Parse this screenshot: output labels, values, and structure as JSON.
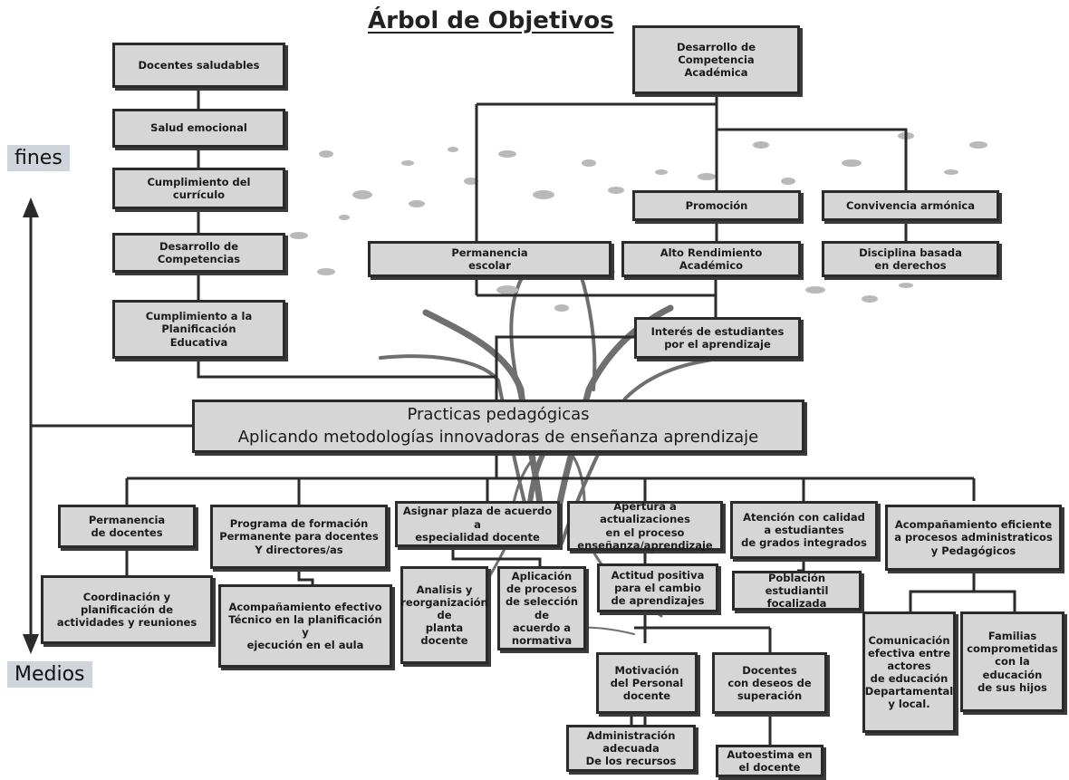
{
  "title": "Árbol de Objetivos",
  "labels": {
    "ends": "fines",
    "means": "Medios"
  },
  "ends": {
    "main": "Desarrollo de\nCompetencia\nAcadémica",
    "left_chain": [
      "Docentes saludables",
      "Salud emocional",
      "Cumplimiento del\ncurrículo",
      "Desarrollo de\nCompetencias",
      "Cumplimiento a la\nPlanificación\nEducativa"
    ],
    "permanencia": "Permanencia\nescolar",
    "promocion": "Promoción",
    "alto_rendimiento": "Alto Rendimiento\nAcadémico",
    "convivencia": "Convivencia armónica",
    "disciplina": "Disciplina basada\nen derechos",
    "interes": "Interés de estudiantes\npor el aprendizaje"
  },
  "central": "Practicas pedagógicas\nAplicando metodologías innovadoras de enseñanza aprendizaje",
  "means": {
    "permanencia_docentes": "Permanencia\nde docentes",
    "coordinacion": "Coordinación y\nplanificación de\nactividades y reuniones",
    "programa_formacion": "Programa de formación\nPermanente para docentes\nY directores/as",
    "acompanamiento_efectivo": "Acompañamiento efectivo\nTécnico en la planificación y\nejecución en el aula",
    "asignar_plaza": "Asignar plaza de acuerdo a\nespecialidad docente",
    "analisis": "Analisis y\nreorganización\nde\nplanta docente",
    "aplicacion": "Aplicación\nde procesos\nde selección de\nacuerdo a\nnormativa",
    "apertura": "Apertura a actualizaciones\nen el proceso\nenseñanza/aprendizaje",
    "actitud": "Actitud positiva\npara el cambio\nde aprendizajes",
    "motivacion": "Motivación\ndel Personal\ndocente",
    "administracion": "Administración\nadecuada\nDe los recursos",
    "docentes_deseos": "Docentes\ncon deseos de\nsuperación",
    "autoestima": "Autoestima en\nel docente",
    "atencion": "Atención con calidad\na estudiantes\nde grados integrados",
    "poblacion": "Población estudiantil\nfocalizada",
    "acompanamiento_eficiente": "Acompañamiento eficiente\na procesos administraticos\ny Pedagógicos",
    "comunicacion": "Comunicación\nefectiva entre\nactores\nde educación\nDepartamental\ny local.",
    "familias": "Familias\ncomprometidas\ncon la\neducación\nde sus hijos"
  },
  "colors": {
    "box_fill": "#d6d6d6",
    "box_border": "#2b2b2b",
    "label_bg": "#d0d5db",
    "line": "#2b2b2b"
  }
}
